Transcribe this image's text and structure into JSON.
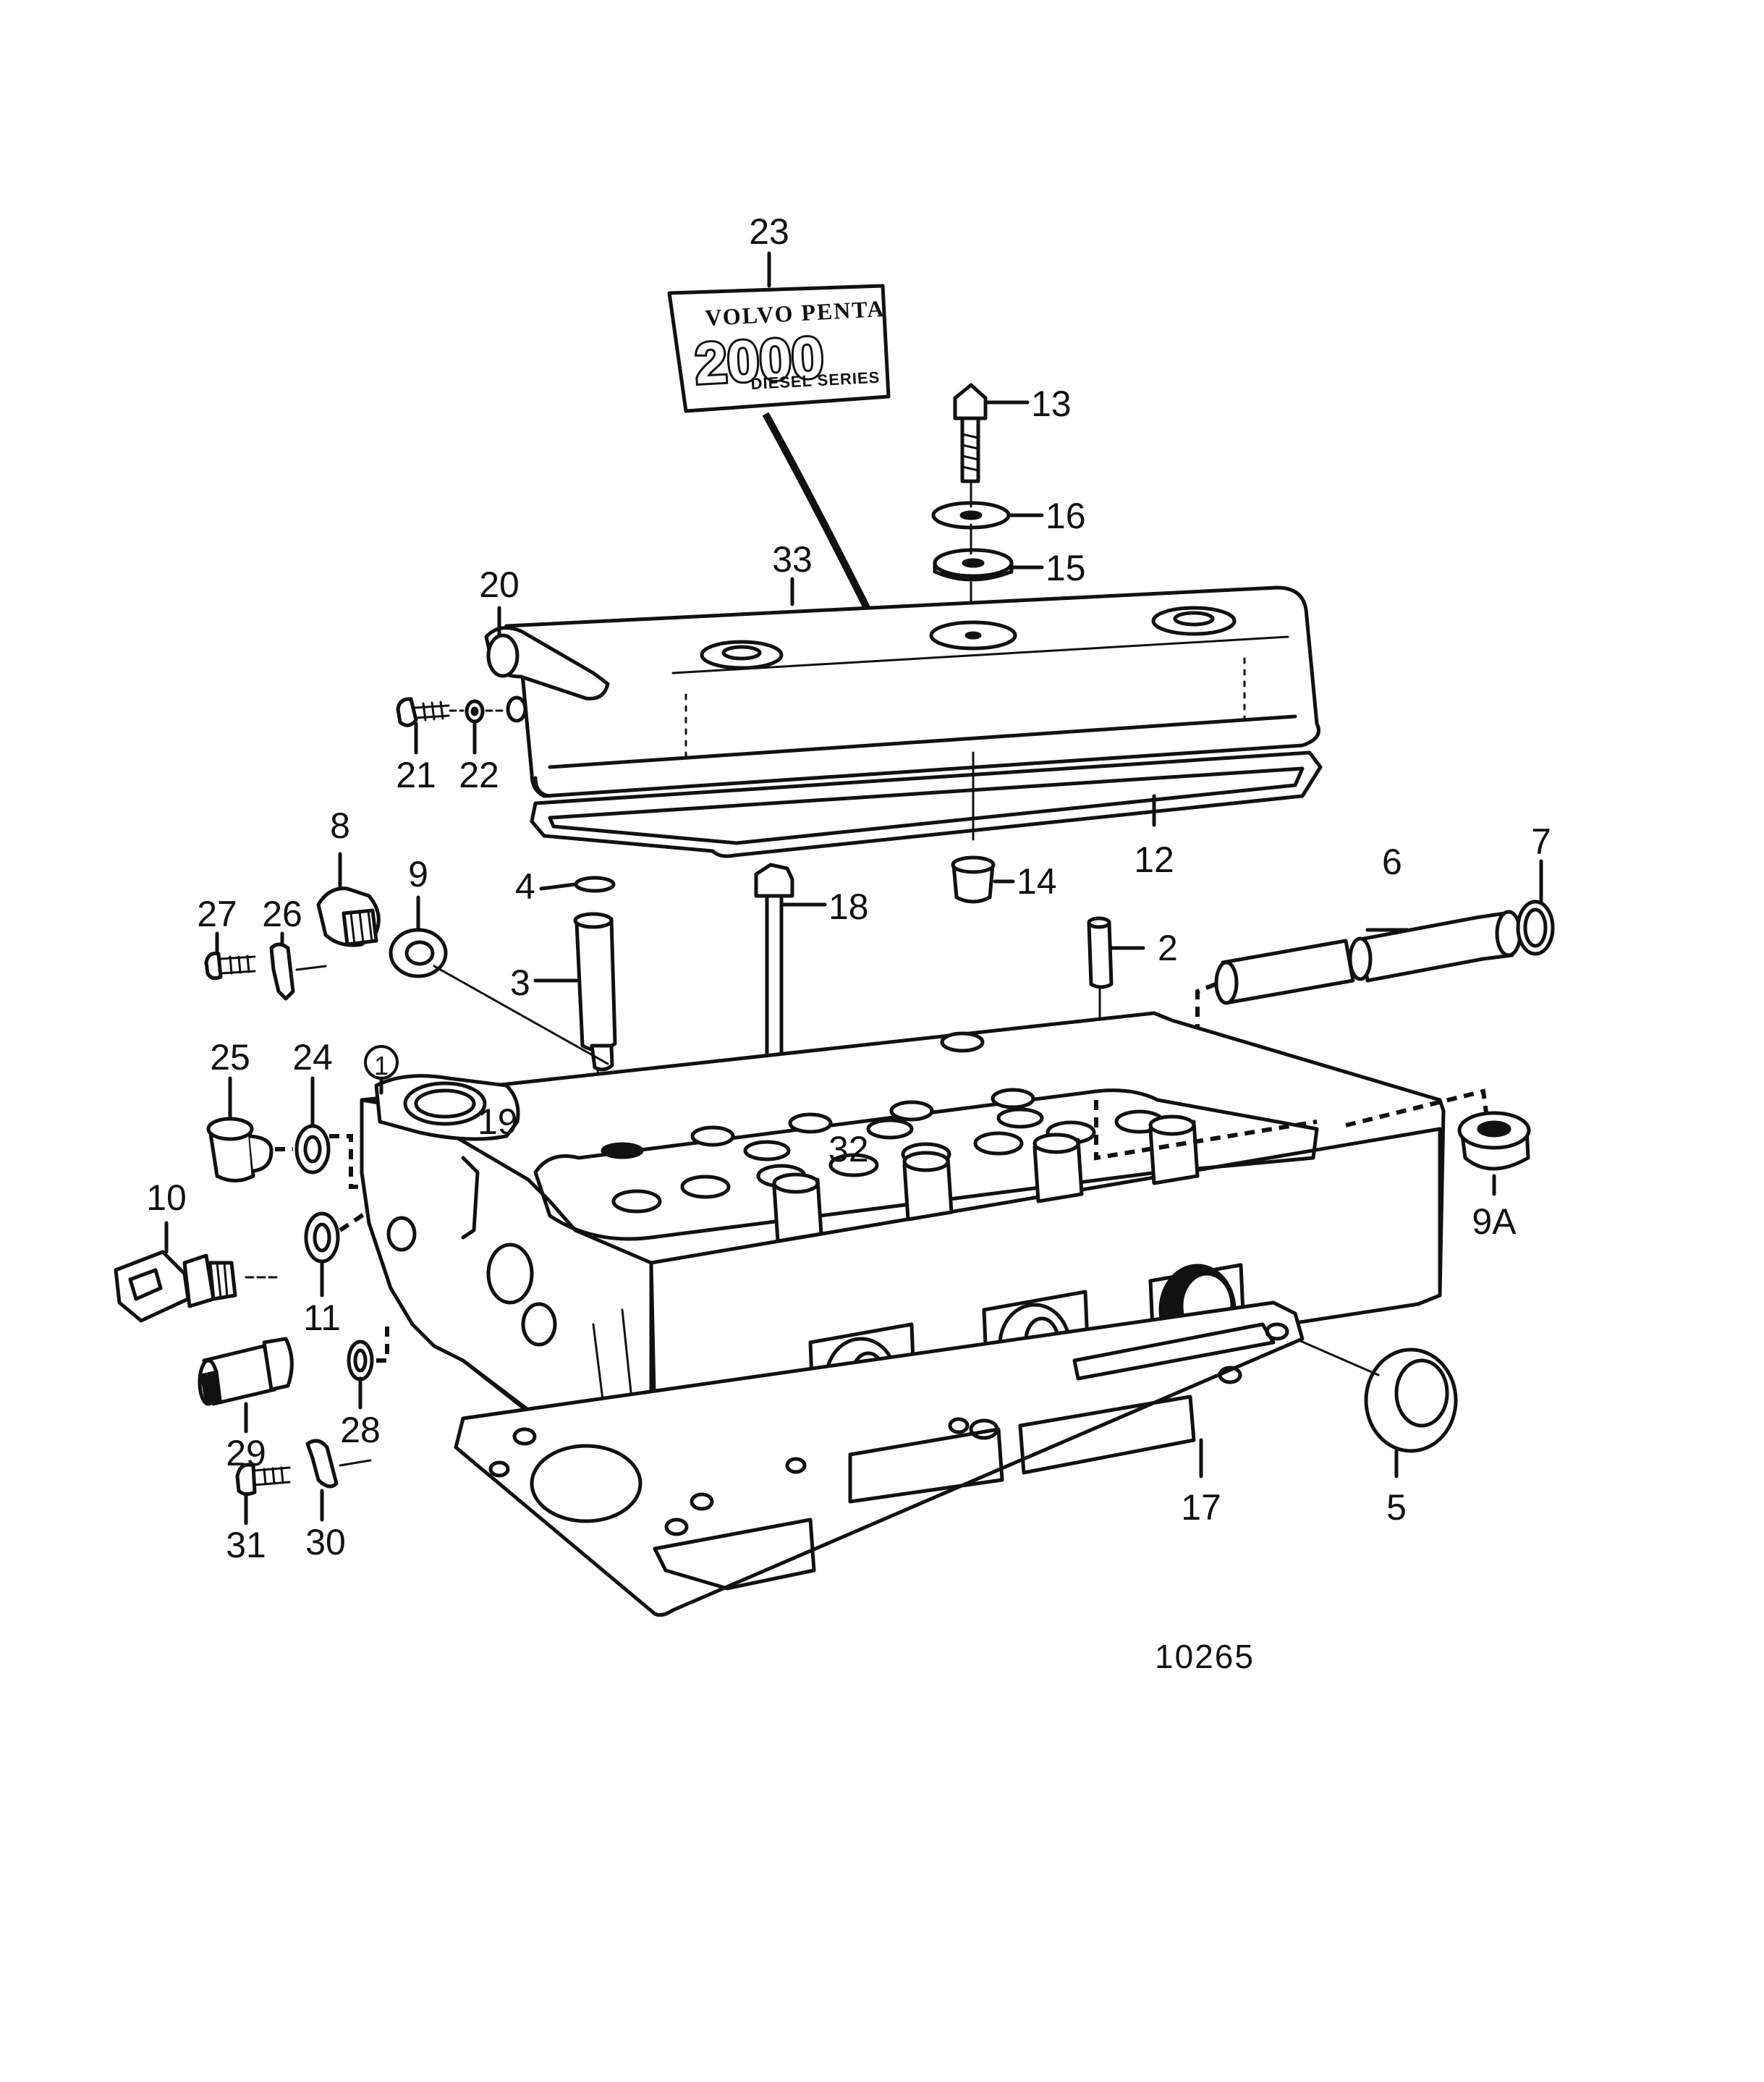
{
  "nameplate": {
    "line1": "VOLVO PENTA",
    "line2": "2000",
    "line3": "DIESEL SERIES"
  },
  "figure_number": "10265",
  "labels": {
    "l1": "1",
    "l2": "2",
    "l3": "3",
    "l4": "4",
    "l5": "5",
    "l6": "6",
    "l7": "7",
    "l8": "8",
    "l9": "9",
    "l9a": "9A",
    "l10": "10",
    "l11": "11",
    "l12": "12",
    "l13": "13",
    "l14": "14",
    "l15": "15",
    "l16": "16",
    "l17": "17",
    "l18": "18",
    "l19": "19",
    "l20": "20",
    "l21": "21",
    "l22": "22",
    "l23": "23",
    "l24": "24",
    "l25": "25",
    "l26": "26",
    "l27": "27",
    "l28": "28",
    "l29": "29",
    "l30": "30",
    "l31": "31",
    "l32": "32",
    "l33": "33"
  }
}
